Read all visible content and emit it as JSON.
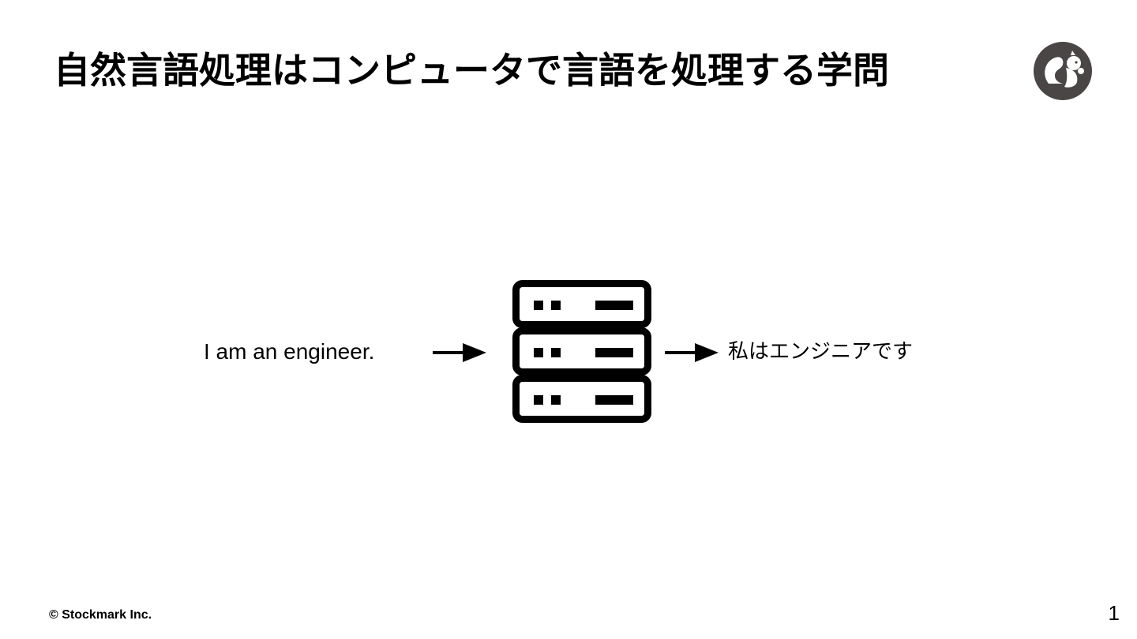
{
  "slide": {
    "title": "自然言語処理はコンピュータで言語を処理する学問",
    "input_sentence": "I am an engineer.",
    "output_sentence": "私はエンジニアです",
    "footer": {
      "copyright": "© Stockmark Inc.",
      "page_number": "1"
    }
  },
  "icons": {
    "logo": "squirrel-logo-icon",
    "server": "server-stack-icon",
    "arrows": [
      "arrow-right-icon",
      "arrow-right-icon"
    ]
  },
  "colors": {
    "background": "#ffffff",
    "text": "#000000",
    "logo": "#4a4646"
  }
}
